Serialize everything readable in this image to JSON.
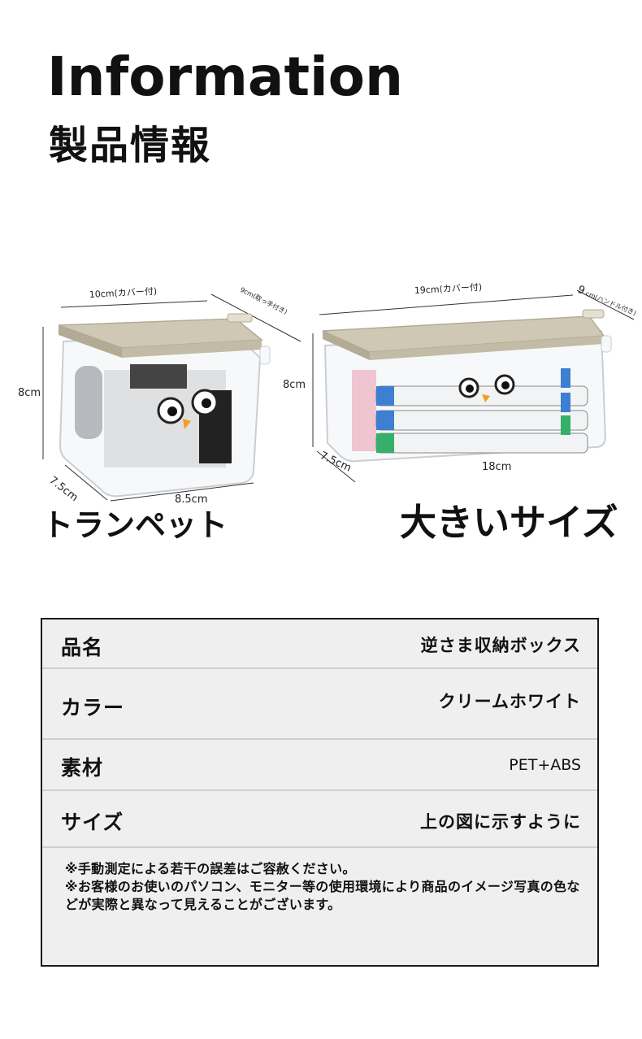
{
  "header": {
    "title_en": "Information",
    "title_ja": "製品情報"
  },
  "small_box": {
    "label": "トランペット",
    "dim_width_top": "10cm(カバー付)",
    "dim_depth_top": "9cm(取っ手付き)",
    "dim_height": "8cm",
    "dim_depth": "7.5cm",
    "dim_width_bottom": "8.5cm"
  },
  "large_box": {
    "label": "大きいサイズ",
    "dim_width_top": "19cm(カバー付)",
    "dim_depth_top_num": "9",
    "dim_depth_top_unit": "cm(ハンドル付き)",
    "dim_height": "8cm",
    "dim_depth": "7.5cm",
    "dim_width_bottom": "18cm"
  },
  "specs": {
    "rows": [
      {
        "key": "品名",
        "value": "逆さま収納ボックス"
      },
      {
        "key": "カラー",
        "value": "クリームホワイト"
      },
      {
        "key": "素材",
        "value": "PET+ABS"
      },
      {
        "key": "サイズ",
        "value": "上の図に示すように"
      }
    ],
    "note_1": "※手動測定による若干の誤差はご容赦ください。",
    "note_2": "※お客様のお使いのパソコン、モニター等の使用環境により商品のイメージ写真の色などが実際と異なって見えることがございます。"
  },
  "colors": {
    "lid": "#cfc8b4",
    "lid_dark": "#b3ab95",
    "box_edge": "#c9ced3",
    "marker_blue": "#3d7fd0",
    "marker_green": "#35b06a",
    "marker_pink": "#e9a3b8",
    "table_bg": "#efefef"
  }
}
